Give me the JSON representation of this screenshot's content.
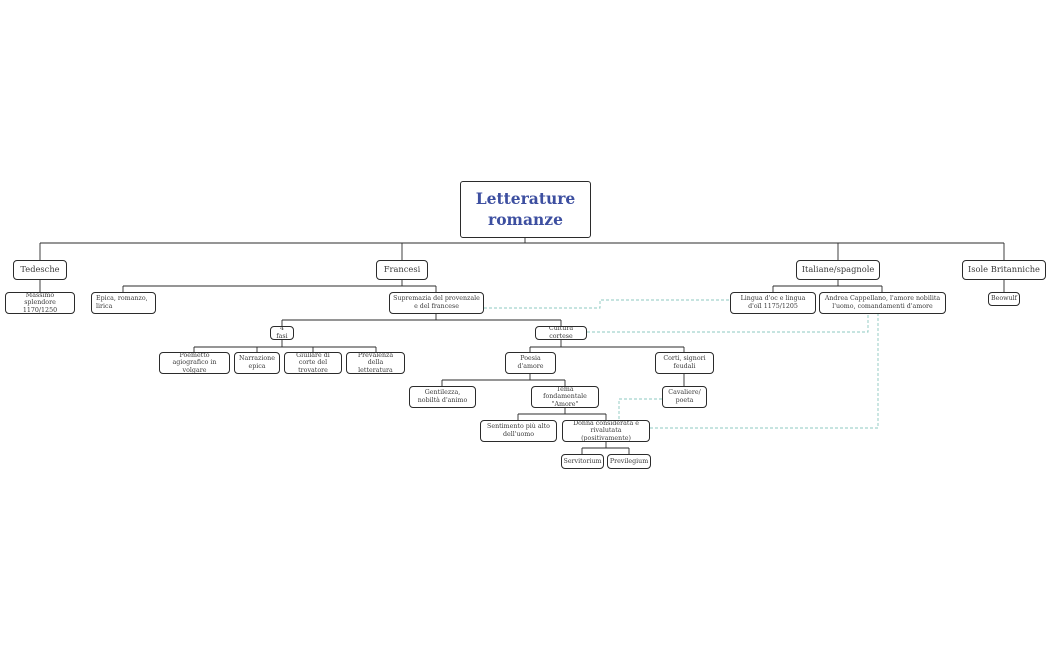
{
  "colors": {
    "line": "#2b2b2b",
    "dashed": "#8cc9c0",
    "title": "#3d4fa0",
    "text": "#3a3a3a"
  },
  "root": {
    "label": "Letterature romanze"
  },
  "branches": {
    "tedesche": "Tedesche",
    "francesi": "Francesi",
    "italiane": "Italiane/spagnole",
    "isole": "Isole Britanniche"
  },
  "nodes": {
    "massimo": "Massimo splendore 1170/1250",
    "epica": "Epica, romanzo, lirica",
    "supremazia": "Supremazia del provenzale e del francese",
    "lingua": "Lingua d'oc e lingua d'oïl 1175/1205",
    "andrea": "Andrea Cappellano, l'amore nobilita l'uomo, comandamenti d'amore",
    "beowulf": "Beowulf",
    "fasi": "4 fasi",
    "cultura": "Cultura cortese",
    "poemetto": "Poemetto agiografico in volgare",
    "narrazione": "Narrazione epica",
    "giullare": "Giullare di corte del trovatore",
    "prevalenza": "Prevalenza della letteratura",
    "poesia": "Poesia d'amore",
    "corti": "Corti, signori feudali",
    "gentilezza": "Gentilezza, nobiltà d'animo",
    "tema": "Tema fondamentale \"Amore\"",
    "cavaliere": "Cavaliere/ poeta",
    "sentimento": "Sentimento più alto dell'uomo",
    "donna": "Donna considerata e rivalutata (positivamente)",
    "servitorium": "Servitorium",
    "previlegium": "Previlegium"
  }
}
